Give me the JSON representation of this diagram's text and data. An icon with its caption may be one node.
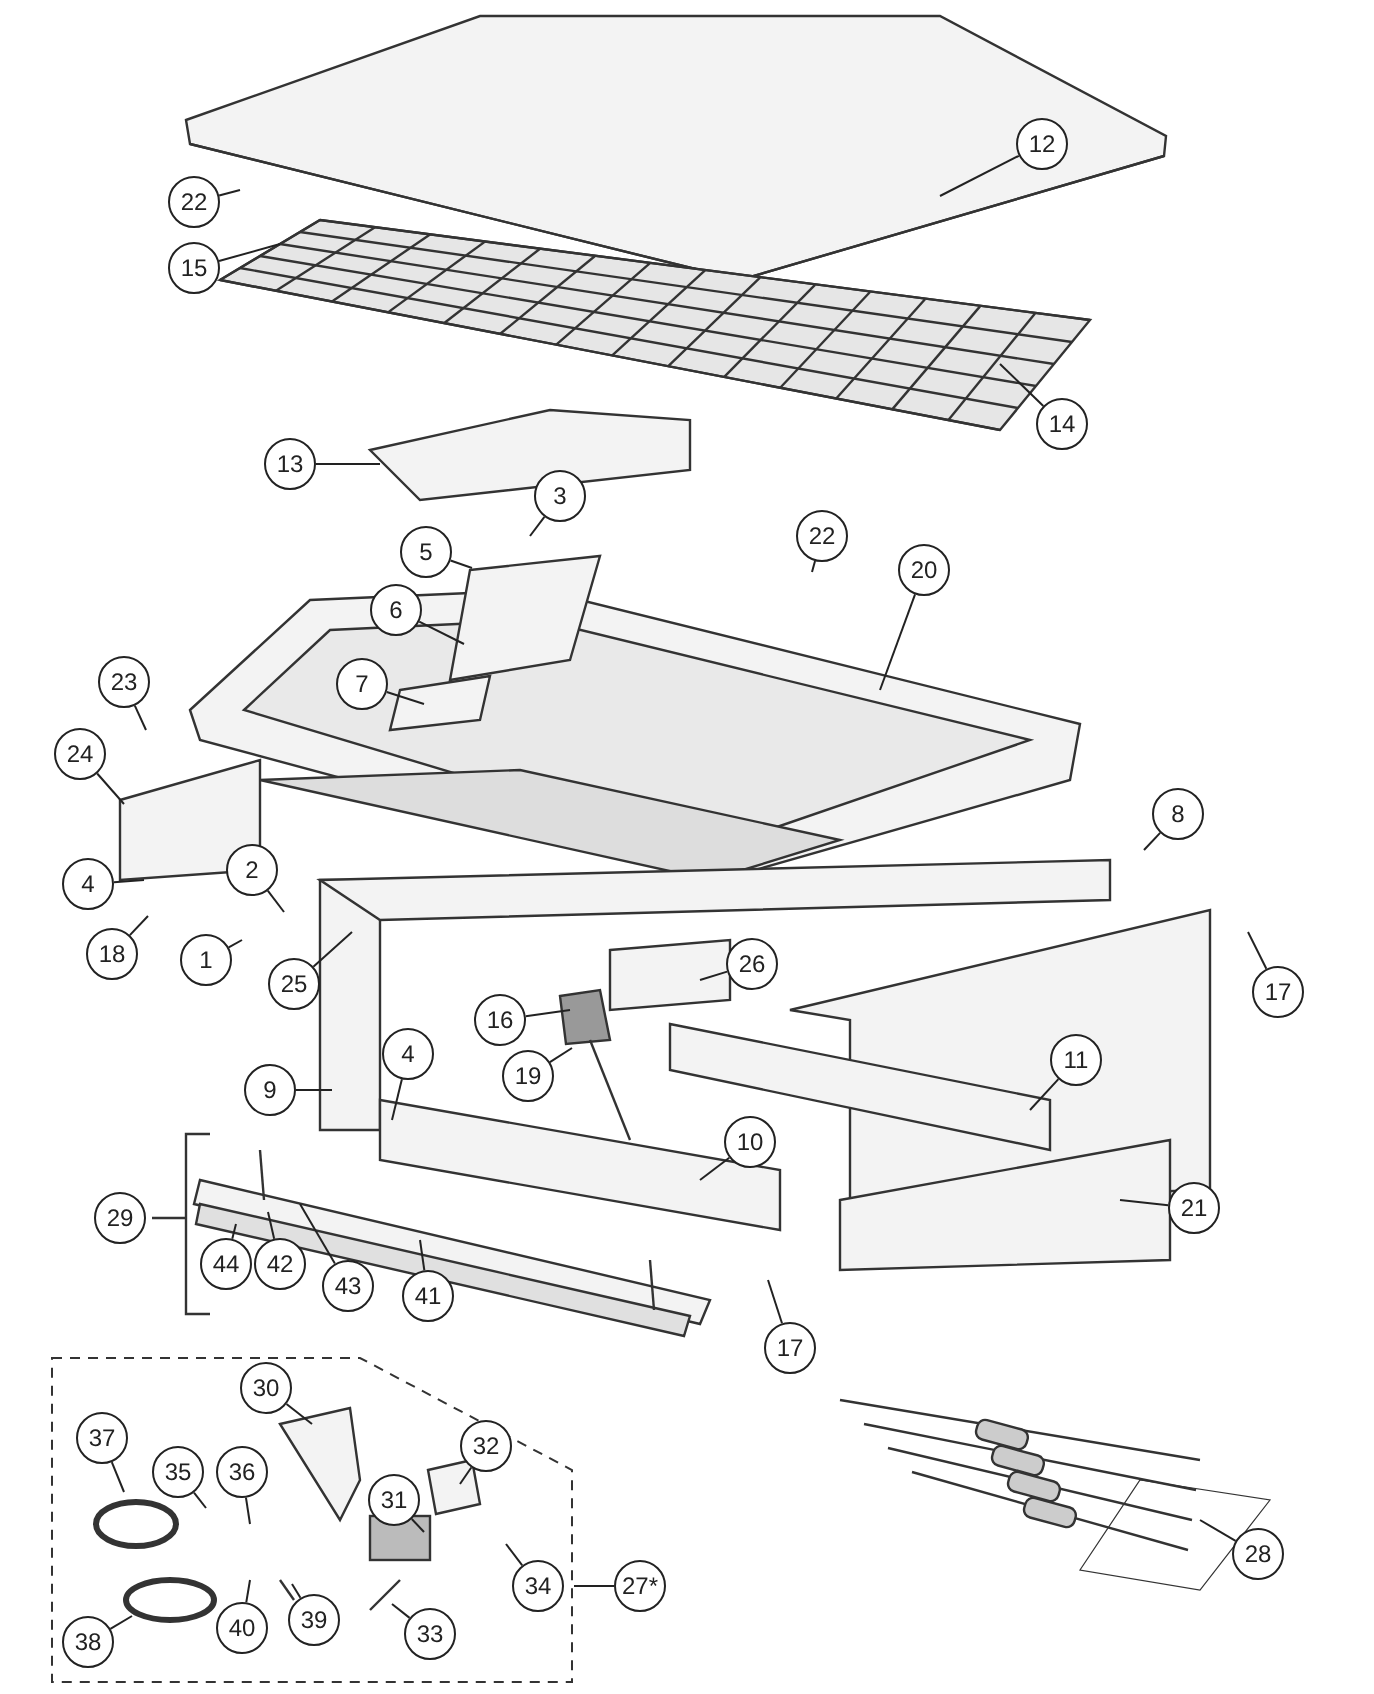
{
  "diagram": {
    "nodes": [
      {
        "text": [
          "12"
        ]
      },
      {
        "text": [
          "22"
        ]
      },
      {
        "text": [
          "15"
        ]
      },
      {
        "text": [
          "14"
        ]
      },
      {
        "text": [
          "13"
        ]
      },
      {
        "text": [
          "3"
        ]
      },
      {
        "text": [
          "5"
        ]
      },
      {
        "text": [
          "22"
        ]
      },
      {
        "text": [
          "20"
        ]
      },
      {
        "text": [
          "6"
        ]
      },
      {
        "text": [
          "7"
        ]
      },
      {
        "text": [
          "23"
        ]
      },
      {
        "text": [
          "24"
        ]
      },
      {
        "text": [
          "8"
        ]
      },
      {
        "text": [
          "2"
        ]
      },
      {
        "text": [
          "4"
        ]
      },
      {
        "text": [
          "18"
        ]
      },
      {
        "text": [
          "1"
        ]
      },
      {
        "text": [
          "25"
        ]
      },
      {
        "text": [
          "26"
        ]
      },
      {
        "text": [
          "17"
        ]
      },
      {
        "text": [
          "16"
        ]
      },
      {
        "text": [
          "19"
        ]
      },
      {
        "text": [
          "9"
        ]
      },
      {
        "text": [
          "4"
        ]
      },
      {
        "text": [
          "11"
        ]
      },
      {
        "text": [
          "10"
        ]
      },
      {
        "text": [
          "44"
        ]
      },
      {
        "text": [
          "42"
        ]
      },
      {
        "text": [
          "43"
        ]
      },
      {
        "text": [
          "41"
        ]
      },
      {
        "text": [
          "17"
        ]
      },
      {
        "text": [
          "21"
        ]
      },
      {
        "text": [],
        "shape": "box"
      },
      {
        "text": [
          "30"
        ],
        "in": 33
      },
      {
        "text": [
          "37"
        ],
        "in": 33
      },
      {
        "text": [
          "32"
        ],
        "in": 33
      },
      {
        "text": [
          "35"
        ],
        "in": 33
      },
      {
        "text": [
          "36"
        ],
        "in": 33
      },
      {
        "text": [
          "31"
        ],
        "in": 33
      },
      {
        "text": [
          "34"
        ],
        "in": 33
      },
      {
        "text": [
          "38"
        ],
        "in": 33
      },
      {
        "text": [
          "40"
        ],
        "in": 33
      },
      {
        "text": [
          "39"
        ],
        "in": 33
      },
      {
        "text": [
          "33"
        ],
        "in": 33
      },
      {
        "text": [
          "27*"
        ]
      },
      {
        "text": [
          "28"
        ]
      },
      {
        "text": [
          "29"
        ]
      }
    ],
    "edges": [
      {
        "from": 0,
        "to": null,
        "arrow": "none"
      },
      {
        "from": 1,
        "to": null,
        "arrow": "none"
      },
      {
        "from": 2,
        "to": null,
        "arrow": "none"
      },
      {
        "from": 3,
        "to": null,
        "arrow": "none"
      },
      {
        "from": 4,
        "to": null,
        "arrow": "none"
      },
      {
        "from": 5,
        "to": null,
        "arrow": "none"
      },
      {
        "from": 6,
        "to": null,
        "arrow": "none"
      },
      {
        "from": 7,
        "to": null,
        "arrow": "none"
      },
      {
        "from": 8,
        "to": null,
        "arrow": "none"
      },
      {
        "from": 9,
        "to": null,
        "arrow": "none"
      },
      {
        "from": 10,
        "to": null,
        "arrow": "none"
      },
      {
        "from": 11,
        "to": null,
        "arrow": "none"
      },
      {
        "from": 12,
        "to": null,
        "arrow": "none"
      },
      {
        "from": 13,
        "to": null,
        "arrow": "none"
      },
      {
        "from": 14,
        "to": null,
        "arrow": "none"
      },
      {
        "from": 15,
        "to": null,
        "arrow": "none"
      },
      {
        "from": 16,
        "to": null,
        "arrow": "none"
      },
      {
        "from": 17,
        "to": null,
        "arrow": "none"
      },
      {
        "from": 18,
        "to": null,
        "arrow": "none"
      },
      {
        "from": 19,
        "to": null,
        "arrow": "none"
      },
      {
        "from": 20,
        "to": null,
        "arrow": "none"
      },
      {
        "from": 21,
        "to": null,
        "arrow": "none"
      },
      {
        "from": 22,
        "to": null,
        "arrow": "none"
      },
      {
        "from": 23,
        "to": null,
        "arrow": "none"
      },
      {
        "from": 24,
        "to": null,
        "arrow": "none"
      },
      {
        "from": 25,
        "to": null,
        "arrow": "none"
      },
      {
        "from": 26,
        "to": null,
        "arrow": "none"
      },
      {
        "from": 27,
        "to": null,
        "arrow": "none"
      },
      {
        "from": 28,
        "to": null,
        "arrow": "none"
      },
      {
        "from": 29,
        "to": null,
        "arrow": "none"
      },
      {
        "from": 30,
        "to": null,
        "arrow": "none"
      },
      {
        "from": 31,
        "to": null,
        "arrow": "none"
      },
      {
        "from": 32,
        "to": null,
        "arrow": "none"
      },
      {
        "from": 34,
        "to": null,
        "arrow": "none"
      },
      {
        "from": 35,
        "to": null,
        "arrow": "none"
      },
      {
        "from": 36,
        "to": null,
        "arrow": "none"
      },
      {
        "from": 37,
        "to": null,
        "arrow": "none"
      },
      {
        "from": 38,
        "to": null,
        "arrow": "none"
      },
      {
        "from": 39,
        "to": null,
        "arrow": "none"
      },
      {
        "from": 40,
        "to": null,
        "arrow": "none"
      },
      {
        "from": 41,
        "to": null,
        "arrow": "none"
      },
      {
        "from": 42,
        "to": null,
        "arrow": "none"
      },
      {
        "from": 43,
        "to": null,
        "arrow": "none"
      },
      {
        "from": 44,
        "to": null,
        "arrow": "none"
      },
      {
        "from": 45,
        "to": 33,
        "arrow": "none"
      },
      {
        "from": 46,
        "to": null,
        "arrow": "none"
      }
    ]
  }
}
